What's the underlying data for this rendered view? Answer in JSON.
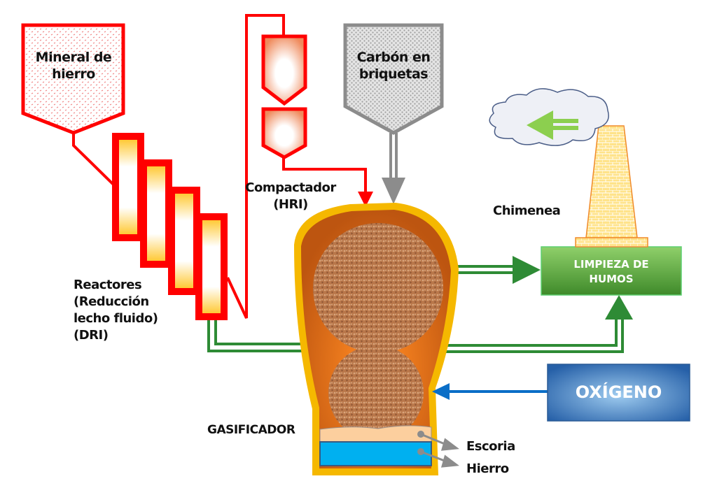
{
  "labels": {
    "mineral": "Mineral de hierro",
    "carbon": "Carbón en briquetas",
    "compactador": "Compactador (HRI)",
    "reactores": "Reactores (Reducción lecho fluido) (DRI)",
    "chimenea": "Chimenea",
    "limpieza": "LIMPIEZA DE HUMOS",
    "oxigeno": "OXÍGENO",
    "gasificador": "GASIFICADOR",
    "escoria": "Escoria",
    "hierro": "Hierro"
  },
  "colors": {
    "ore_line": "#ff0000",
    "coal_line": "#8c8c8c",
    "gas_line": "#2e8b35",
    "oxygen_line": "#0a6ec7",
    "gasifier_shell": "#f5b800",
    "gasifier_inner": "#c35a12",
    "slag": "#fccf9e",
    "iron": "#00b0f0"
  }
}
